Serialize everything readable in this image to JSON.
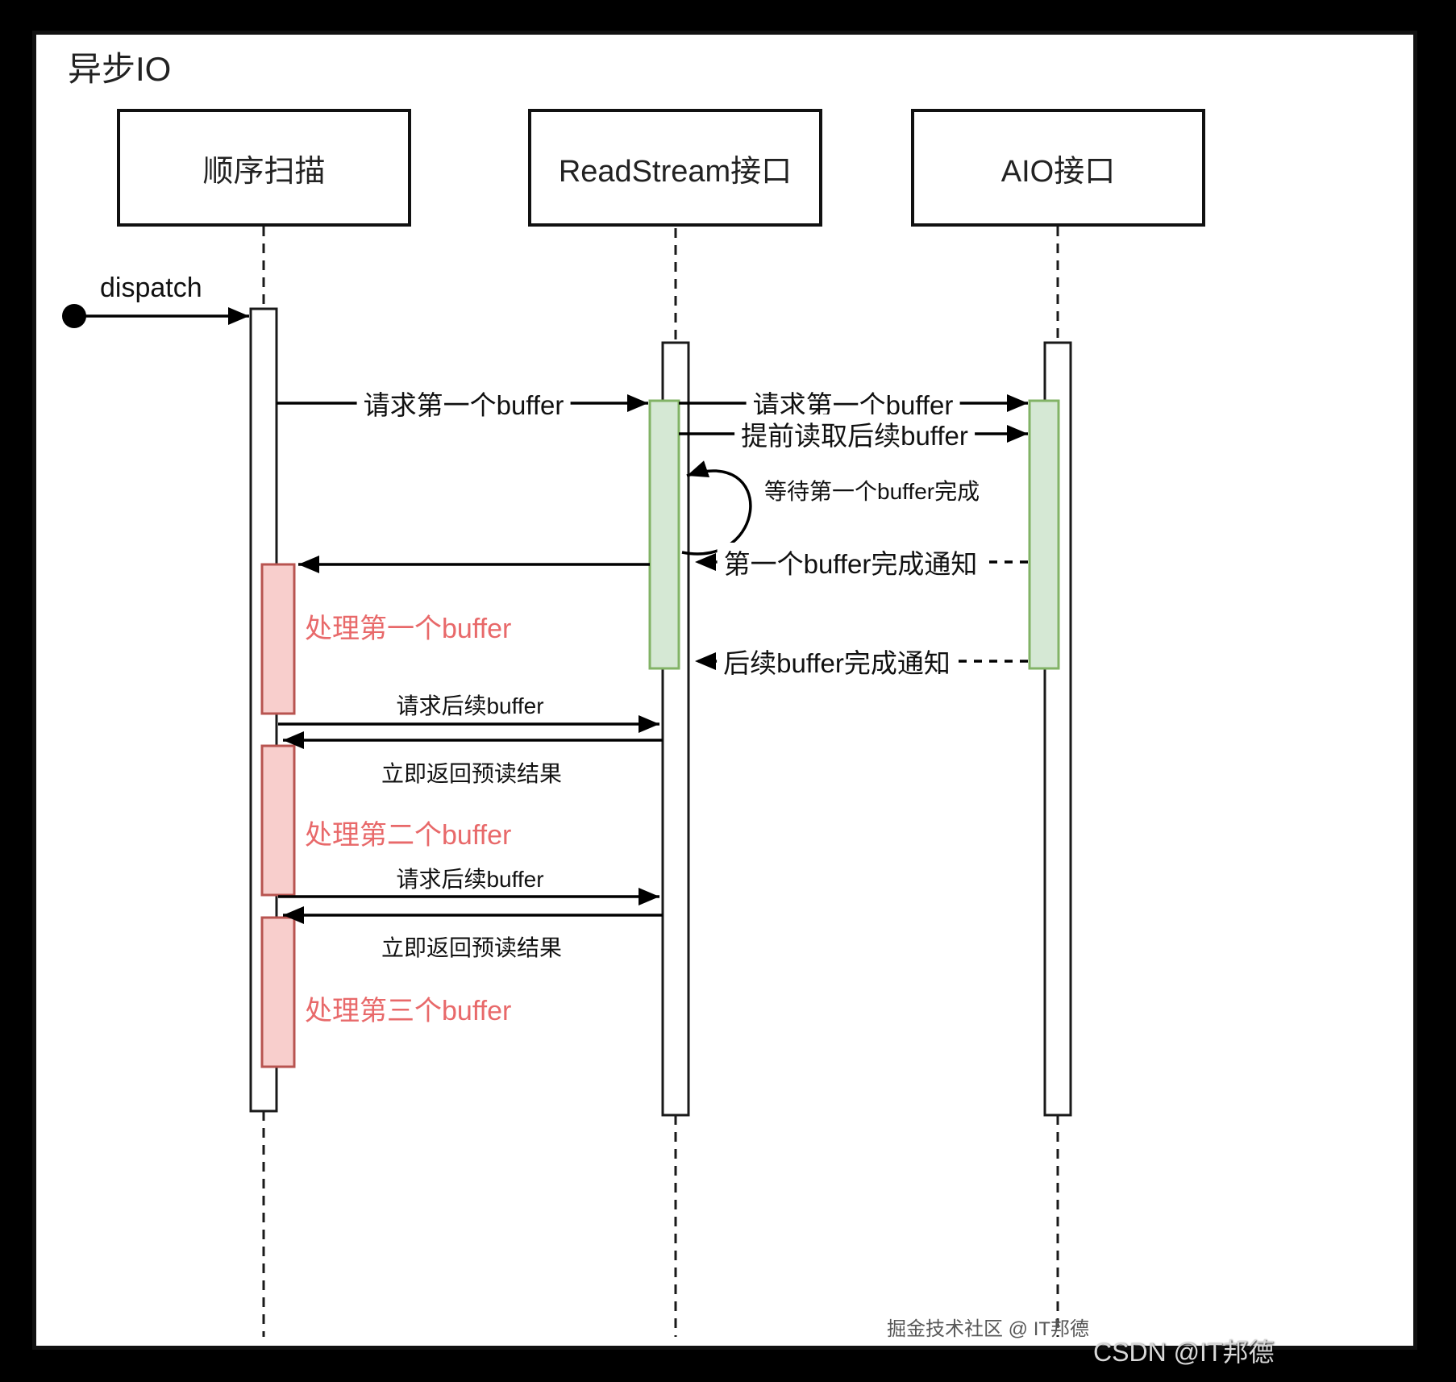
{
  "title": "异步IO",
  "actors": [
    {
      "label": "顺序扫描"
    },
    {
      "label": "ReadStream接口"
    },
    {
      "label": "AIO接口"
    }
  ],
  "messages": {
    "dispatch": "dispatch",
    "request_first_buffer_scan_to_stream": "请求第一个buffer",
    "request_first_buffer_stream_to_aio": "请求第一个buffer",
    "preread_next_buffer": "提前读取后续buffer",
    "wait_first_buffer": "等待第一个buffer完成",
    "first_buffer_done_notice": "第一个buffer完成通知",
    "process_first_buffer": "处理第一个buffer",
    "next_buffer_done_notice": "后续buffer完成通知",
    "request_next_buffer_1": "请求后续buffer",
    "return_preread_result_1": "立即返回预读结果",
    "process_second_buffer": "处理第二个buffer",
    "request_next_buffer_2": "请求后续buffer",
    "return_preread_result_2": "立即返回预读结果",
    "process_third_buffer": "处理第三个buffer"
  },
  "watermarks": {
    "juejin": "掘金技术社区 @ IT邦德",
    "csdn": "CSDN @IT邦德"
  },
  "colors": {
    "green_fill": "#d5e8d4",
    "green_border": "#82b366",
    "pink_fill": "#f8cecc",
    "pink_border": "#b85450",
    "process_text": "#e8696a"
  }
}
